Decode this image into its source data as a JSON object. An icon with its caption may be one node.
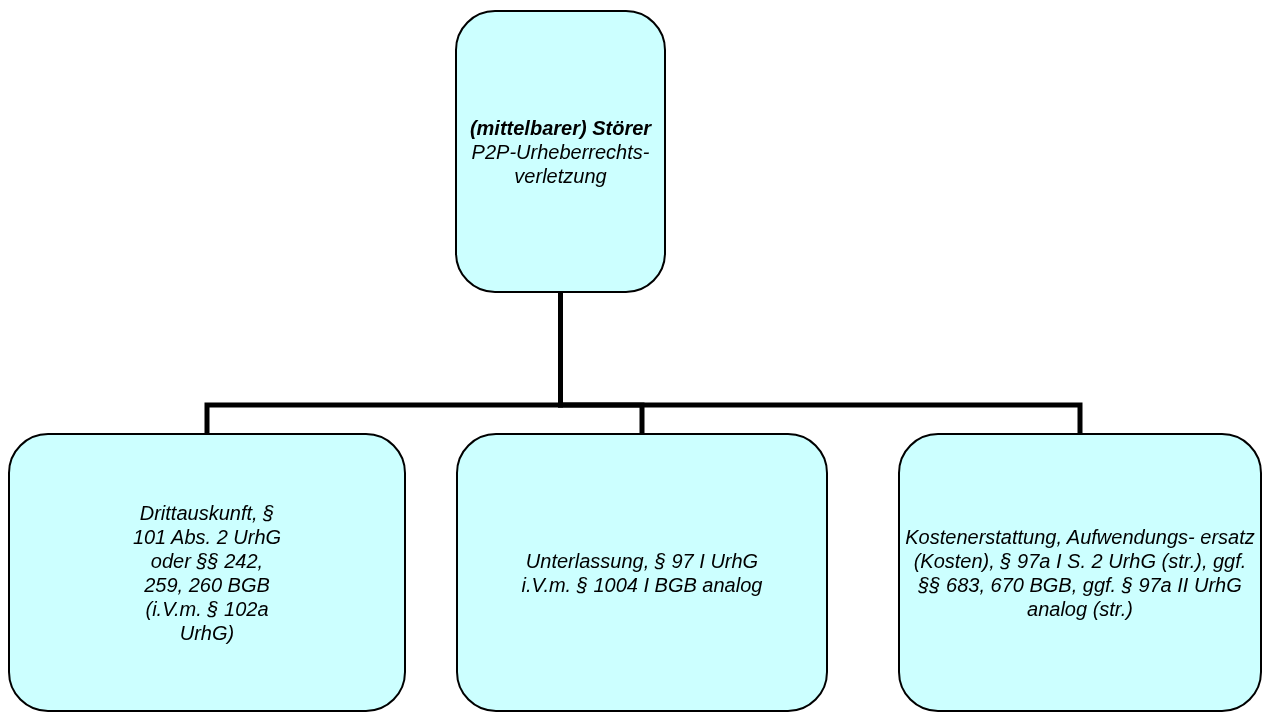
{
  "diagram": {
    "nodes": [
      {
        "text": [
          "(mittelbarer) Störer",
          "P2P-Urheberrechts- verletzung"
        ]
      },
      {
        "text": [
          "Drittauskunft, § 101 Abs. 2 UrhG oder §§ 242, 259, 260 BGB (i.V.m. § 102a UrhG)"
        ]
      },
      {
        "text": [
          "Unterlassung, § 97 I UrhG i.V.m. § 1004 I BGB analog"
        ]
      },
      {
        "text": [
          "Kostenerstattung, Aufwendungs- ersatz (Kosten), § 97a I S. 2 UrhG (str.), ggf. §§ 683, 670 BGB, ggf. § 97a II UrhG analog (str.)"
        ]
      }
    ],
    "edges": [
      {
        "from": 0,
        "to": 1,
        "arrow": "none"
      },
      {
        "from": 0,
        "to": 2,
        "arrow": "none"
      },
      {
        "from": 0,
        "to": 3,
        "arrow": "none"
      }
    ]
  }
}
